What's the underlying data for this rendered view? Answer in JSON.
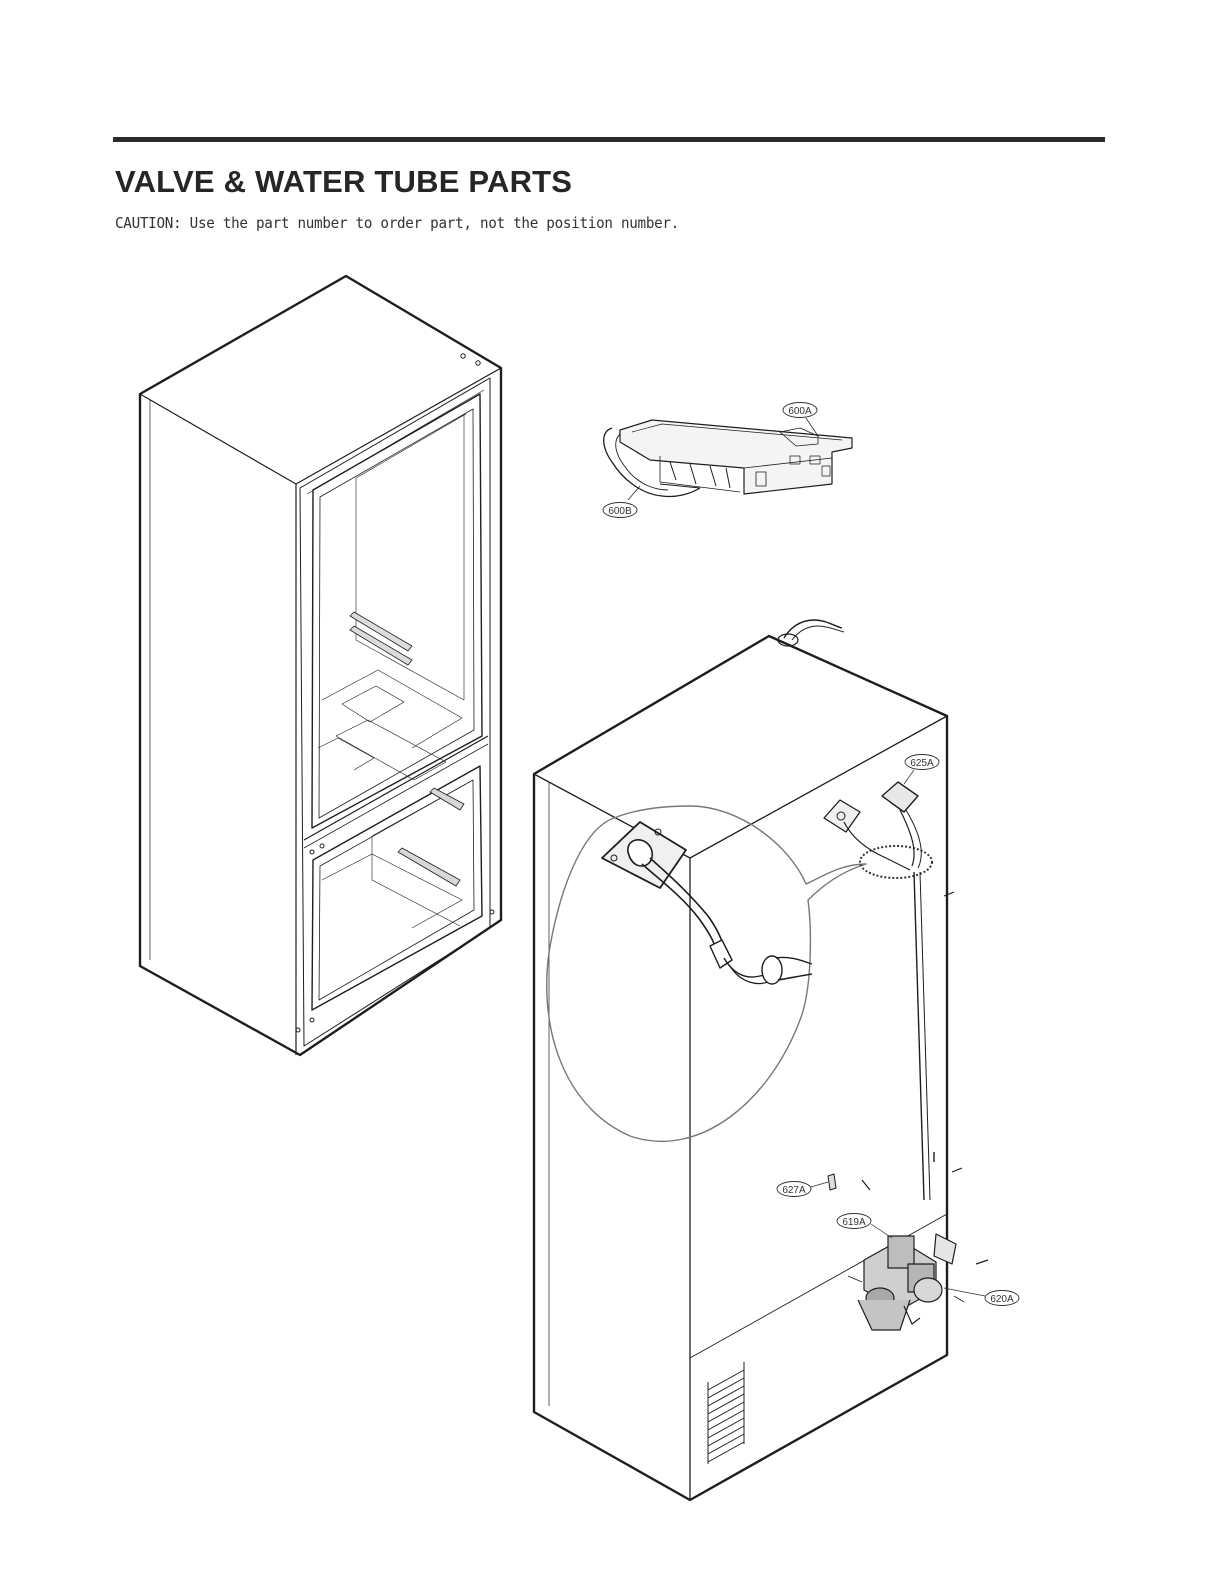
{
  "header": {
    "title": "VALVE & WATER TUBE PARTS",
    "caution": "CAUTION: Use the part number to order part, not the position number."
  },
  "callouts": [
    {
      "id": "600A",
      "label": "600A"
    },
    {
      "id": "600B",
      "label": "600B"
    },
    {
      "id": "625A",
      "label": "625A"
    },
    {
      "id": "627A",
      "label": "627A"
    },
    {
      "id": "619A",
      "label": "619A"
    },
    {
      "id": "620A",
      "label": "620A"
    }
  ]
}
